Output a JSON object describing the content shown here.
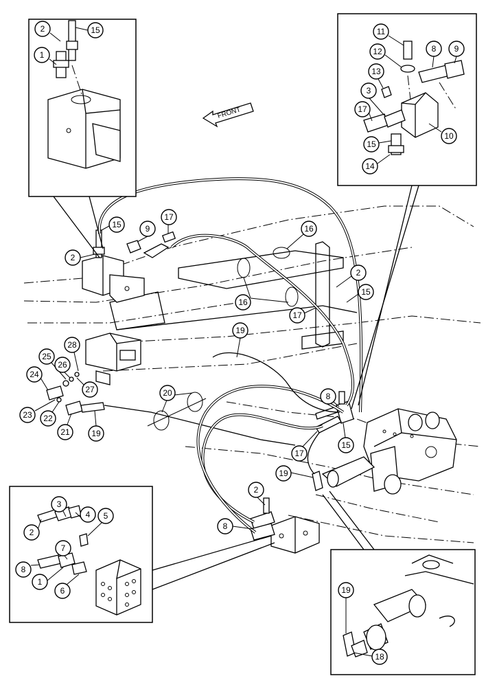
{
  "front_label": "FRONT",
  "callouts": [
    {
      "label": "2"
    },
    {
      "label": "15"
    },
    {
      "label": "1"
    },
    {
      "label": "11"
    },
    {
      "label": "8"
    },
    {
      "label": "9"
    },
    {
      "label": "12"
    },
    {
      "label": "13"
    },
    {
      "label": "3"
    },
    {
      "label": "17"
    },
    {
      "label": "10"
    },
    {
      "label": "15"
    },
    {
      "label": "14"
    },
    {
      "label": "15"
    },
    {
      "label": "9"
    },
    {
      "label": "17"
    },
    {
      "label": "2"
    },
    {
      "label": "16"
    },
    {
      "label": "16"
    },
    {
      "label": "2"
    },
    {
      "label": "15"
    },
    {
      "label": "17"
    },
    {
      "label": "19"
    },
    {
      "label": "28"
    },
    {
      "label": "25"
    },
    {
      "label": "26"
    },
    {
      "label": "24"
    },
    {
      "label": "27"
    },
    {
      "label": "20"
    },
    {
      "label": "23"
    },
    {
      "label": "22"
    },
    {
      "label": "21"
    },
    {
      "label": "19"
    },
    {
      "label": "8"
    },
    {
      "label": "17"
    },
    {
      "label": "15"
    },
    {
      "label": "19"
    },
    {
      "label": "2"
    },
    {
      "label": "8"
    },
    {
      "label": "3"
    },
    {
      "label": "4"
    },
    {
      "label": "5"
    },
    {
      "label": "2"
    },
    {
      "label": "7"
    },
    {
      "label": "8"
    },
    {
      "label": "1"
    },
    {
      "label": "6"
    },
    {
      "label": "19"
    },
    {
      "label": "18"
    }
  ]
}
